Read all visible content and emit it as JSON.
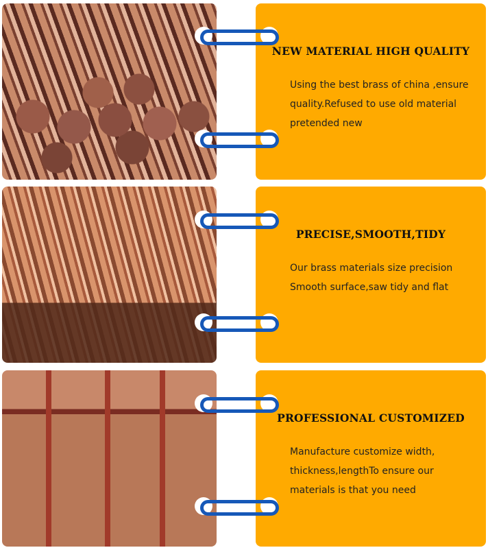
{
  "sections": [
    {
      "title": "NEW MATERIAL HIGH QUALITY",
      "body": "Using the best brass of china ,ensure quality.Refused to use old material pretended new"
    },
    {
      "title": "PRECISE,SMOOTH,TIDY",
      "body": "Our brass materials size precision Smooth surface,saw tidy and flat"
    },
    {
      "title": "PROFESSIONAL CUSTOMIZED",
      "body": "Manufacture customize width, thickness,lengthTo ensure our materials is that you need"
    }
  ],
  "colors": {
    "panel": "#ffaa00",
    "connector": "#1658b8"
  }
}
